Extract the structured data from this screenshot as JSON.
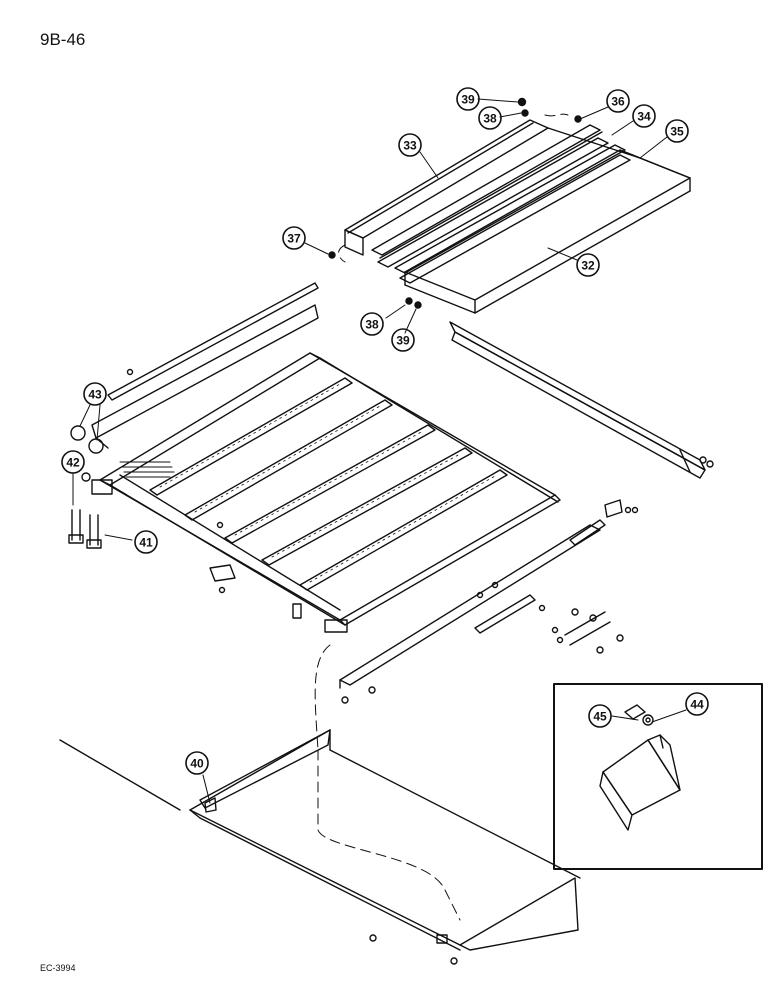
{
  "header": {
    "page_code": "9B-46"
  },
  "footer": {
    "drawing_code": "EC-3994"
  },
  "callouts": [
    {
      "id": "c39a",
      "label": "39"
    },
    {
      "id": "c38a",
      "label": "38"
    },
    {
      "id": "c36",
      "label": "36"
    },
    {
      "id": "c34",
      "label": "34"
    },
    {
      "id": "c35",
      "label": "35"
    },
    {
      "id": "c33",
      "label": "33"
    },
    {
      "id": "c37",
      "label": "37"
    },
    {
      "id": "c32",
      "label": "32"
    },
    {
      "id": "c38b",
      "label": "38"
    },
    {
      "id": "c39b",
      "label": "39"
    },
    {
      "id": "c43",
      "label": "43"
    },
    {
      "id": "c42",
      "label": "42"
    },
    {
      "id": "c41",
      "label": "41"
    },
    {
      "id": "c40",
      "label": "40"
    },
    {
      "id": "c45",
      "label": "45"
    },
    {
      "id": "c44",
      "label": "44"
    }
  ]
}
